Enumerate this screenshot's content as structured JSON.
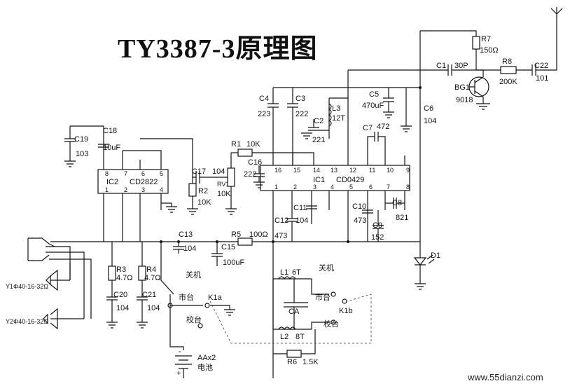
{
  "title": "TY3387-3原理图",
  "watermark": "www.55dianzi.com",
  "ics": {
    "ic1": {
      "name": "IC1",
      "part": "CD0429",
      "top_pins": [
        "16",
        "15",
        "14",
        "13",
        "12",
        "11",
        "10",
        "9"
      ],
      "bottom_pins": [
        "1",
        "2",
        "3",
        "4",
        "5",
        "6",
        "7",
        "8"
      ]
    },
    "ic2": {
      "name": "IC2",
      "part": "CD2822",
      "top_pins": [
        "8",
        "7",
        "6",
        "5"
      ],
      "bottom_pins": [
        "1",
        "2",
        "3",
        "4"
      ]
    }
  },
  "components": {
    "c1": "C1",
    "c1v": "30P",
    "c2": "C2",
    "c2v": "221",
    "c3": "C3",
    "c3v": "222",
    "c4": "C4",
    "c4v": "223",
    "c5": "C5",
    "c5v": "470uF",
    "c6": "C6",
    "c6v": "104",
    "c7": "C7",
    "c7v": "472",
    "c8": "C8",
    "c8v": "821",
    "c9": "C9",
    "c9v": "152",
    "c10": "C10",
    "c10v": "473",
    "c11": "C11",
    "c11v": "104",
    "c12": "C12",
    "c12v": "473",
    "c13": "C13",
    "c13v": "104",
    "c15": "C15",
    "c15v": "100uF",
    "c16": "C16",
    "c16v": "222",
    "c17": "C17",
    "c17v": "104",
    "c18": "C18",
    "c18v": "10uF",
    "c19": "C19",
    "c19v": "103",
    "c20": "C20",
    "c20v": "104",
    "c21": "C21",
    "c21v": "104",
    "c22": "C22",
    "c22v": "101",
    "r1": "R1",
    "r1v": "10K",
    "r2": "R2",
    "r2v": "10K",
    "r3": "R3",
    "r3v": "4.7Ω",
    "r4": "R4",
    "r4v": "4.7Ω",
    "r5": "R5",
    "r5v": "100Ω",
    "r6": "R6",
    "r6v": "1.5K",
    "r7": "R7",
    "r7v": "150Ω",
    "r8": "R8",
    "r8v": "200K",
    "rv1": "RV1",
    "rv1v": "10K",
    "l1": "L1",
    "l1v": "6T",
    "l2": "L2",
    "l2v": "8T",
    "l3": "L3",
    "l3v": "12T",
    "bg1": "BG1",
    "bg1v": "9018",
    "d1": "D1",
    "ca": "CA",
    "k1a": "K1a",
    "k1b": "K1b",
    "battery": "AAx2",
    "battery_cn": "电池",
    "y1": "Y1Φ40-16-32Ω",
    "y2": "Y2Φ40-16-32Ω",
    "switch_off_1": "关机",
    "switch_off_2": "关机",
    "city_1": "市台",
    "city_2": "市台",
    "school_1": "校台",
    "school_2": "校台",
    "plus": "+",
    "minus": "-"
  }
}
